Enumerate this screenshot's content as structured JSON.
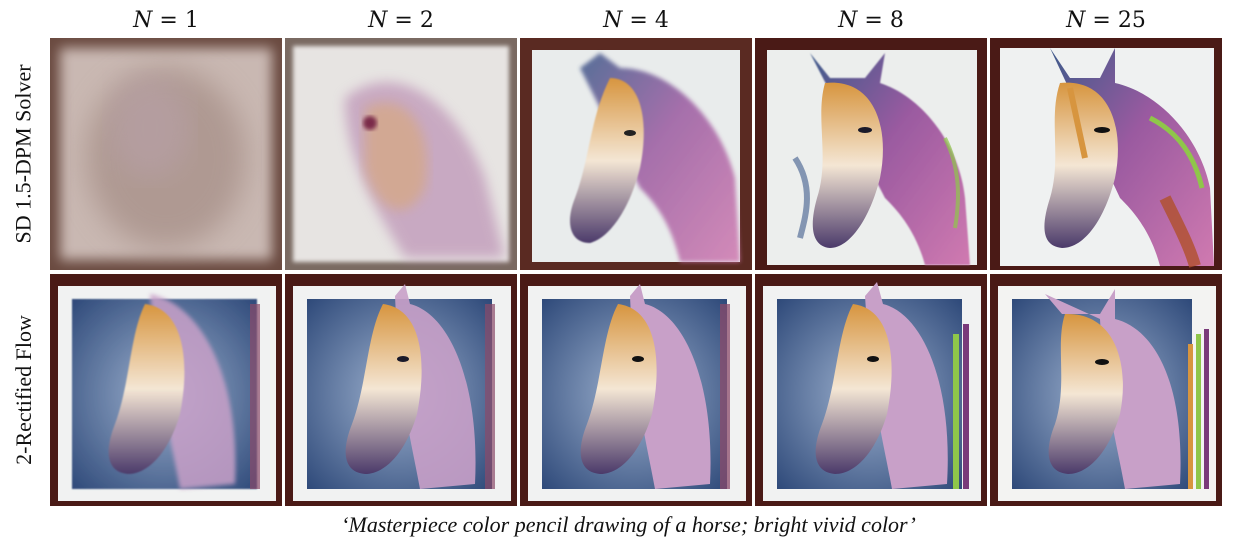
{
  "columns": [
    {
      "prefix": "N",
      "eq": " = ",
      "value": "1"
    },
    {
      "prefix": "N",
      "eq": " = ",
      "value": "2"
    },
    {
      "prefix": "N",
      "eq": " = ",
      "value": "4"
    },
    {
      "prefix": "N",
      "eq": " = ",
      "value": "8"
    },
    {
      "prefix": "N",
      "eq": " = ",
      "value": "25"
    }
  ],
  "rows": [
    {
      "label": "SD 1.5-DPM Solver"
    },
    {
      "label": "2-Rectified Flow"
    }
  ],
  "caption": "‘Masterpiece color pencil drawing of a horse; bright vivid color’",
  "colors": {
    "frame": "#5a2018",
    "paper": "#eef0f0",
    "mane_blue": "#3d5a8a",
    "mane_purple": "#6b3a7a",
    "accent_orange": "#d7953f",
    "accent_green": "#8fc64a"
  }
}
